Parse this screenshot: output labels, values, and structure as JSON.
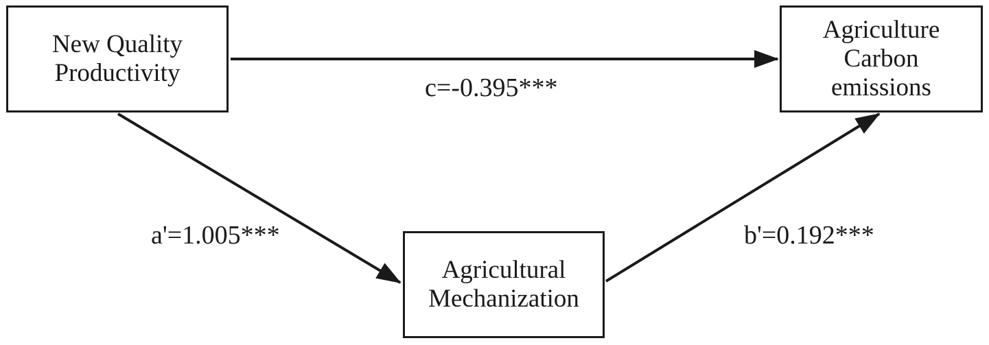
{
  "nodes": {
    "independent": {
      "lines": [
        "New Quality",
        "Productivity"
      ]
    },
    "dependent": {
      "lines": [
        "Agriculture",
        "Carbon",
        "emissions"
      ]
    },
    "mediator": {
      "lines": [
        "Agricultural",
        "Mechanization"
      ]
    }
  },
  "paths": {
    "c": "c=-0.395***",
    "a": "a'=1.005***",
    "b": "b'=0.192***"
  },
  "style": {
    "stroke_color": "#1a1a1a",
    "background": "#ffffff"
  }
}
